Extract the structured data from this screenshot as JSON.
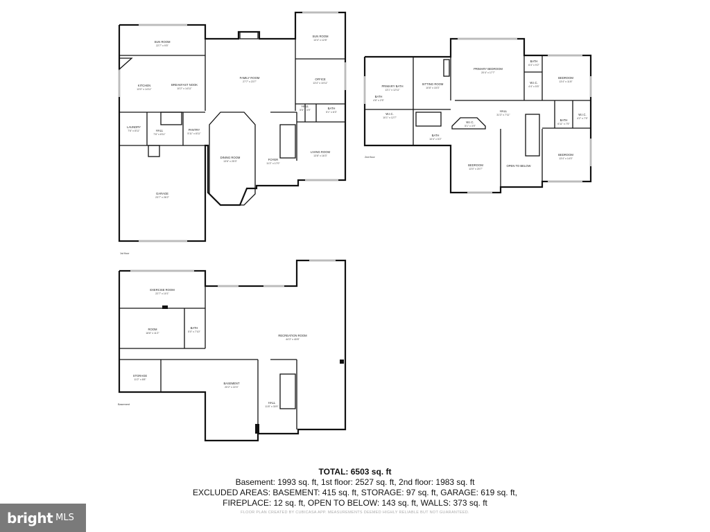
{
  "floors": [
    {
      "name": "1st floor",
      "rooms": [
        {
          "key": "sun-room-1",
          "name": "SUN ROOM",
          "dim": "22'7\" x 9'5\""
        },
        {
          "key": "kitchen",
          "name": "KITCHEN",
          "dim": "13'0\" x 14'11\""
        },
        {
          "key": "breakfast-nook",
          "name": "BREAKFAST NOOK",
          "dim": "10'2\" x 14'11\""
        },
        {
          "key": "family-room",
          "name": "FAMILY ROOM",
          "dim": "27'7\" x 23'7\""
        },
        {
          "key": "sun-room-2",
          "name": "SUN ROOM",
          "dim": "13'4\" x 12'8\""
        },
        {
          "key": "office",
          "name": "OFFICE",
          "dim": "13'4\" x 10'11\""
        },
        {
          "key": "laundry",
          "name": "LAUNDRY",
          "dim": "7'6\" x 8'11\""
        },
        {
          "key": "hall-1",
          "name": "HALL",
          "dim": "7'6\" x 8'11\""
        },
        {
          "key": "pantry",
          "name": "PANTRY",
          "dim": "5'11\" x 8'11\""
        },
        {
          "key": "hall-2",
          "name": "HALL",
          "dim": "5'5\" x 3'9\""
        },
        {
          "key": "bath-1",
          "name": "BATH",
          "dim": "5'1\" x 6'3\""
        },
        {
          "key": "dining-room",
          "name": "DINING ROOM",
          "dim": "13'6\" x 25'3\""
        },
        {
          "key": "foyer",
          "name": "FOYER",
          "dim": "11'2\" x 17'0\""
        },
        {
          "key": "living-room",
          "name": "LIVING ROOM",
          "dim": "13'8\" x 16'3\""
        },
        {
          "key": "garage",
          "name": "GARAGE",
          "dim": "23'7\" x 26'2\""
        }
      ]
    },
    {
      "name": "2nd floor",
      "rooms": [
        {
          "key": "primary-bath",
          "name": "PRIMARY BATH",
          "dim": "13'1\" x 12'11\""
        },
        {
          "key": "sitting-room",
          "name": "SITTING ROOM",
          "dim": "10'8\" x 15'3\""
        },
        {
          "key": "primary-bedroom",
          "name": "PRIMARY BEDROOM",
          "dim": "20'4\" x 17'7\""
        },
        {
          "key": "bath-2",
          "name": "BATH",
          "dim": "6'4\" x 9'2\""
        },
        {
          "key": "bedroom-1",
          "name": "BEDROOM",
          "dim": "13'4\" x 11'8\""
        },
        {
          "key": "wic-1",
          "name": "W.I.C.",
          "dim": "4'4\" x 5'5\""
        },
        {
          "key": "bath-3",
          "name": "BATH",
          "dim": "4'6\" x 2'5\""
        },
        {
          "key": "wic-2",
          "name": "W.I.C.",
          "dim": "10'1\" x 12'7\""
        },
        {
          "key": "hall-3",
          "name": "HALL",
          "dim": "31'3\" x 7'11\""
        },
        {
          "key": "wic-3",
          "name": "W.I.C.",
          "dim": "5'1\" x 3'9\""
        },
        {
          "key": "bath-4",
          "name": "BATH",
          "dim": "6'11\" x 7'5\""
        },
        {
          "key": "wic-4",
          "name": "W.I.C.",
          "dim": "4'2\" x 7'5\""
        },
        {
          "key": "bath-5",
          "name": "BATH",
          "dim": "10'4\" x 5'2\""
        },
        {
          "key": "bedroom-2",
          "name": "BEDROOM",
          "dim": "13'0\" x 20'7\""
        },
        {
          "key": "open-to-below",
          "name": "OPEN TO BELOW",
          "dim": ""
        },
        {
          "key": "bedroom-3",
          "name": "BEDROOM",
          "dim": "13'4\" x 14'0\""
        }
      ]
    },
    {
      "name": "Basement",
      "rooms": [
        {
          "key": "exercise-room",
          "name": "EXERCISE ROOM",
          "dim": "22'7\" x 10'1\""
        },
        {
          "key": "room",
          "name": "ROOM",
          "dim": "18'8\" x 11'2\""
        },
        {
          "key": "bath-6",
          "name": "BATH",
          "dim": "5'0\" x 7'10\""
        },
        {
          "key": "recreation-room",
          "name": "RECREATION ROOM",
          "dim": "44'3\" x 40'8\""
        },
        {
          "key": "storage",
          "name": "STORAGE",
          "dim": "11'2\" x 8'8\""
        },
        {
          "key": "basement",
          "name": "BASEMENT",
          "dim": "20'2\" x 22'4\""
        },
        {
          "key": "hall-4",
          "name": "HALL",
          "dim": "11'8\" x 30'9\""
        }
      ]
    }
  ],
  "summary": {
    "total": "TOTAL: 6503 sq. ft",
    "line1": "Basement: 1993 sq. ft, 1st floor: 2527 sq. ft, 2nd floor: 1983 sq. ft",
    "line2": "EXCLUDED AREAS: BASEMENT: 415 sq. ft, STORAGE: 97 sq. ft, GARAGE: 619 sq. ft,",
    "line3": "FIREPLACE: 12 sq. ft, OPEN TO BELOW: 143 sq. ft, WALLS: 373 sq. ft",
    "disclaimer": "FLOOR PLAN CREATED BY CUBICASA APP. MEASUREMENTS DEEMED HIGHLY RELIABLE BUT NOT GUARANTEED."
  },
  "logo": {
    "word": "bright",
    "suffix": "MLS"
  },
  "colors": {
    "wall": "#111111",
    "window": "#bbbbbb",
    "logo_bg": "#7a7a7a"
  }
}
